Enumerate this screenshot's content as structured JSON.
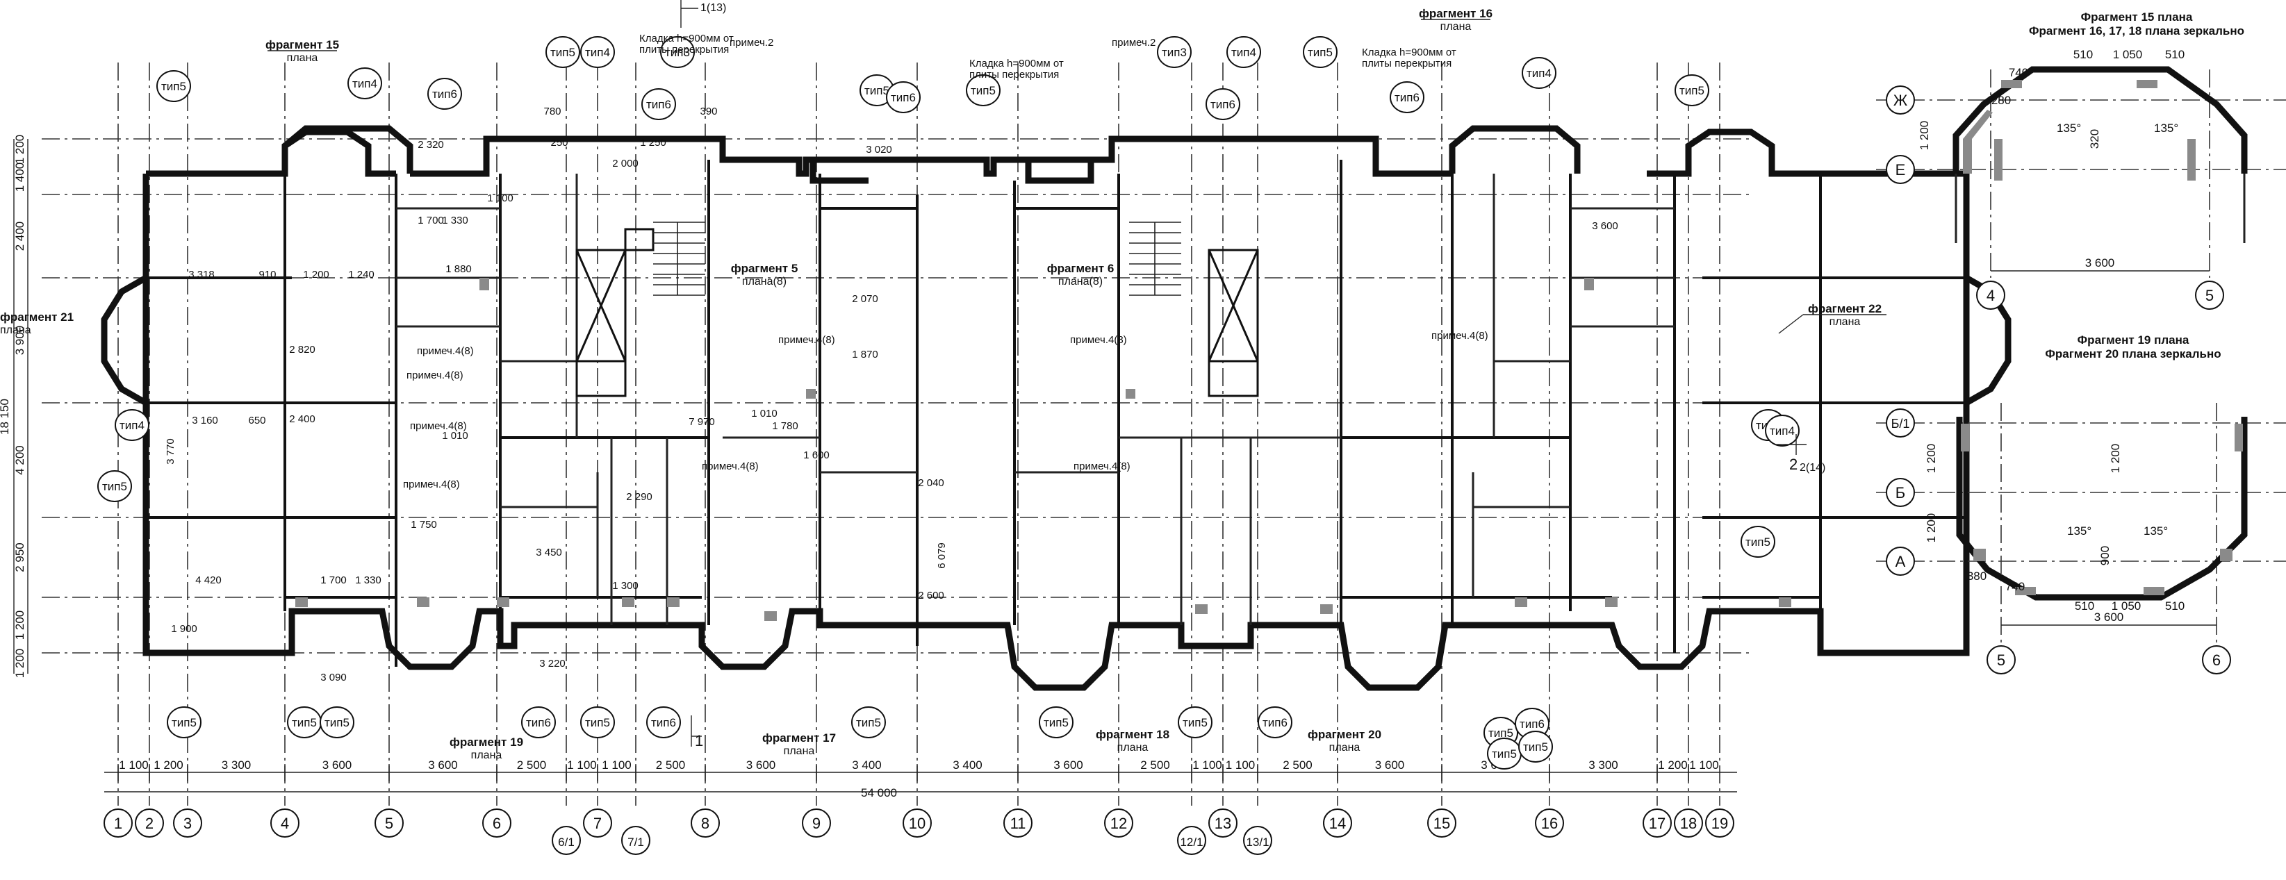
{
  "bottom_axes": [
    "1",
    "2",
    "3",
    "4",
    "5",
    "6",
    "6/1",
    "7",
    "7/1",
    "8",
    "9",
    "10",
    "11",
    "12",
    "12/1",
    "13",
    "13/1",
    "14",
    "15",
    "16",
    "17",
    "18",
    "19"
  ],
  "bottom_dims": [
    "1 100",
    "1 200",
    "3 300",
    "3 600",
    "3 600",
    "2 500",
    "1 100",
    "1 100",
    "2 500",
    "3 600",
    "3 400",
    "3 400",
    "3 600",
    "2 500",
    "1 100",
    "1 100",
    "2 500",
    "3 600",
    "3 600",
    "3 300",
    "1 200",
    "1 100"
  ],
  "overall_dim": "54 000",
  "left_dims": [
    "1 200",
    "1 400",
    "2 400",
    "3 900",
    "4 200",
    "2 950",
    "1 200",
    "1 200"
  ],
  "left_total": "18 150",
  "type_tags": [
    {
      "id": "t1",
      "label": "тип5"
    },
    {
      "id": "t2",
      "label": "тип4"
    },
    {
      "id": "t3",
      "label": "тип6"
    },
    {
      "id": "t4",
      "label": "тип5"
    },
    {
      "id": "t5",
      "label": "тип4"
    },
    {
      "id": "t6",
      "label": "тип3"
    },
    {
      "id": "t7",
      "label": "тип6"
    },
    {
      "id": "t8",
      "label": "тип5"
    },
    {
      "id": "t9",
      "label": "тип6"
    },
    {
      "id": "t10",
      "label": "тип5"
    },
    {
      "id": "t11",
      "label": "тип3"
    },
    {
      "id": "t12",
      "label": "тип4"
    },
    {
      "id": "t13",
      "label": "тип5"
    },
    {
      "id": "t14",
      "label": "тип6"
    },
    {
      "id": "t15",
      "label": "тип6"
    },
    {
      "id": "t16",
      "label": "тип4"
    },
    {
      "id": "t17",
      "label": "тип5"
    },
    {
      "id": "t18",
      "label": "тип4"
    },
    {
      "id": "t19",
      "label": "тип5"
    },
    {
      "id": "t20",
      "label": "тип5"
    },
    {
      "id": "t21",
      "label": "тип5"
    },
    {
      "id": "t22",
      "label": "тип4"
    },
    {
      "id": "t23",
      "label": "тип5"
    },
    {
      "id": "t24",
      "label": "тип5"
    },
    {
      "id": "t25",
      "label": "тип5"
    },
    {
      "id": "t26",
      "label": "тип6"
    },
    {
      "id": "t27",
      "label": "тип5"
    },
    {
      "id": "t28",
      "label": "тип6"
    },
    {
      "id": "t29",
      "label": "тип5"
    },
    {
      "id": "t30",
      "label": "тип5"
    },
    {
      "id": "t31",
      "label": "тип5"
    },
    {
      "id": "t32",
      "label": "тип6"
    },
    {
      "id": "t33",
      "label": "тип5"
    },
    {
      "id": "t34",
      "label": "тип5"
    },
    {
      "id": "t35",
      "label": "тип6"
    },
    {
      "id": "t36",
      "label": "тип5"
    }
  ],
  "fragments": {
    "f15": {
      "title": "фрагмент 15",
      "sub": "плана"
    },
    "f16": {
      "title": "фрагмент 16",
      "sub": "плана"
    },
    "f5": {
      "title": "фрагмент 5",
      "sub": "плана(8)"
    },
    "f6": {
      "title": "фрагмент 6",
      "sub": "плана(8)"
    },
    "f17": {
      "title": "фрагмент 17",
      "sub": "плана"
    },
    "f18": {
      "title": "фрагмент 18",
      "sub": "плана"
    },
    "f19": {
      "title": "фрагмент 19",
      "sub": "плана"
    },
    "f20": {
      "title": "фрагмент 20",
      "sub": "плана"
    },
    "f21": {
      "title": "фрагмент 21",
      "sub": "плана"
    },
    "f22": {
      "title": "фрагмент 22",
      "sub": "плана"
    }
  },
  "notes": {
    "masonry_1": "Кладка h=900мм от",
    "masonry_2": "плиты перекрытия",
    "primech2": "примеч.2",
    "primech48": "примеч.4(8)"
  },
  "sections": {
    "s1": "1(13)",
    "s1_bottom": "1",
    "s2": "2(14)",
    "s2_left": "2"
  },
  "detail_top": {
    "title1": "Фрагмент 15 плана",
    "title2": "Фрагмент 16, 17, 18 плана зеркально",
    "axes_rows": [
      "Ж",
      "Е"
    ],
    "axes_cols": [
      "4",
      "5"
    ],
    "dims_top": [
      "510",
      "1 050",
      "510"
    ],
    "dim_width": "3 600",
    "dim_height": "1 200",
    "dim_small": [
      "740",
      "280",
      "320"
    ],
    "angles": [
      "135°",
      "135°"
    ]
  },
  "detail_bottom": {
    "title1": "Фрагмент 19 плана",
    "title2": "Фрагмент 20 плана зеркально",
    "axes_rows": [
      "Б/1",
      "Б",
      "А"
    ],
    "axes_cols": [
      "5",
      "6"
    ],
    "dims_bottom": [
      "510",
      "1 050",
      "510"
    ],
    "dim_width": "3 600",
    "dims_height": [
      "1 200",
      "1 200"
    ],
    "dim_small": [
      "740",
      "900",
      "380"
    ],
    "angles": [
      "135°",
      "135°"
    ]
  },
  "room_dims": {
    "r1": "2 320",
    "r2": "780",
    "r3": "390",
    "r4": "250",
    "r5": "1 250",
    "r6": "2 000",
    "r7": "1 100",
    "r8": "1 330",
    "r9": "1 700",
    "r10": "3 318",
    "r11": "910",
    "r12": "1 200",
    "r13": "1 240",
    "r14": "1 880",
    "r15": "2 820",
    "r16": "2 400",
    "r17": "1 010",
    "r18": "3 160",
    "r19": "650",
    "r20": "3 770",
    "r21": "1 750",
    "r22": "3 450",
    "r23": "4 420",
    "r24": "1 700",
    "r25": "1 330",
    "r26": "1 900",
    "r27": "3 220",
    "r28": "3 090",
    "r29": "2 040",
    "r30": "2 070",
    "r31": "1 870",
    "r32": "7 970",
    "r33": "1 780",
    "r34": "2 600",
    "r35": "6 079",
    "r36": "3 020",
    "r37": "1 300",
    "r38": "1 010",
    "r39": "2 290",
    "r40": "3 600",
    "r41": "1 600"
  }
}
